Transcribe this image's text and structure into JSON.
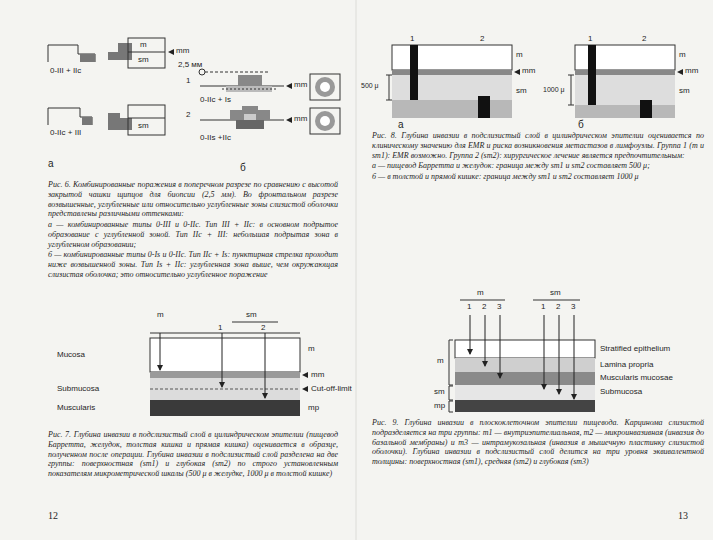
{
  "diagram": {
    "nodes": [
      {
        "text": [
          "Mucosa"
        ]
      },
      {
        "text": [
          "Submucosa"
        ]
      },
      {
        "text": [
          "Muscularis"
        ]
      },
      {
        "text": [
          "Stratified epithelium"
        ]
      },
      {
        "text": [
          "Lamina propria"
        ]
      },
      {
        "text": [
          "Muscularis mucosae"
        ]
      },
      {
        "text": [
          "Submucosa"
        ]
      }
    ],
    "labels": [
      "m",
      "mm",
      "sm",
      "0-III + IIc",
      "0-IIc + III",
      "sm",
      "а",
      "2,5 мм",
      "1",
      "0-IIc + Is",
      "mm",
      "2",
      "0-IIs +IIc",
      "mm",
      "б",
      "Рис. 6. Комбинированные поражения в поперечном разрезе по сравнению с высотой закрытой чашки щипцов для биопсии (2,5 мм). Во фронтальном разрезе возвышенные, углубленные или относительно углубленные зоны слизистой оболочки представлены различными оттенками:",
      "а — комбинированные типы 0-III и 0-IIc. Тип III + IIc: в основном подрытое образование с углубленной зоной. Тип IIc + III: небольшая подрытая зона в углубленном образовании;",
      "б — комбинированные типы 0-Is и 0-IIc. Тип IIc + Is: пунктирная стрелка проходит ниже возвышенной зоны. Тип Is + IIc: углубленная зона выше, чем окружающая слизистая оболочка; это относительно углубленное поражение",
      "m",
      "sm",
      "1",
      "2",
      "m",
      "mm",
      "Cut-off-limit",
      "mp",
      "Рис. 7. Глубина инвазии в подслизистый слой в цилиндрическом эпителии (пищевод Барретта, желудок, толстая кишка и прямая кишка) оценивается в образце, полученном после операции. Глубина инвазии в подслизистый слой разделена на две группы: поверхностная (sm1) и глубокая (sm2) по строго установленным показателям микрометрической шкалы (500 μ в желудке, 1000 μ в толстой кишке)",
      "12",
      "1",
      "2",
      "500 μ",
      "m",
      "mm",
      "sm",
      "а",
      "1",
      "2",
      "1000 μ",
      "m",
      "mm",
      "sm",
      "б",
      "Рис. 8. Глубина инвазии в подслизистый слой в цилиндрическом эпителии оценивается по клиническому значению для EMR и риска возникновения метастазов в лимфоузлы. Группа 1 (m и sm1): EMR возможно. Группа 2 (sm2): хирургическое лечение является предпочтительным:",
      "а — пищевод Барретта и желудок: граница между sm1 и sm2 составляет 500 μ;",
      "б — в толстой и прямой кишке: граница между sm1 и sm2 составляет 1000 μ",
      "m",
      "sm",
      "1",
      "2",
      "3",
      "1",
      "2",
      "3",
      "m",
      "sm",
      "mp",
      "Рис. 9. Глубина инвазии в плоскоклеточном эпителии пищевода. Карцинома слизистой подразделяется на три группы: m1 — внутриэпителиальная, m2 — микроинвазивная (инвазия до базальной мембраны) и m3 — интрамукозальная (инвазия в мышечную пластинку слизистой оболочки). Глубина инвазии в подслизистый слой делится на три уровня эквивалентной толщины: поверхностная (sm1), средняя (sm2) и глубокая (sm3)",
      "13"
    ]
  }
}
